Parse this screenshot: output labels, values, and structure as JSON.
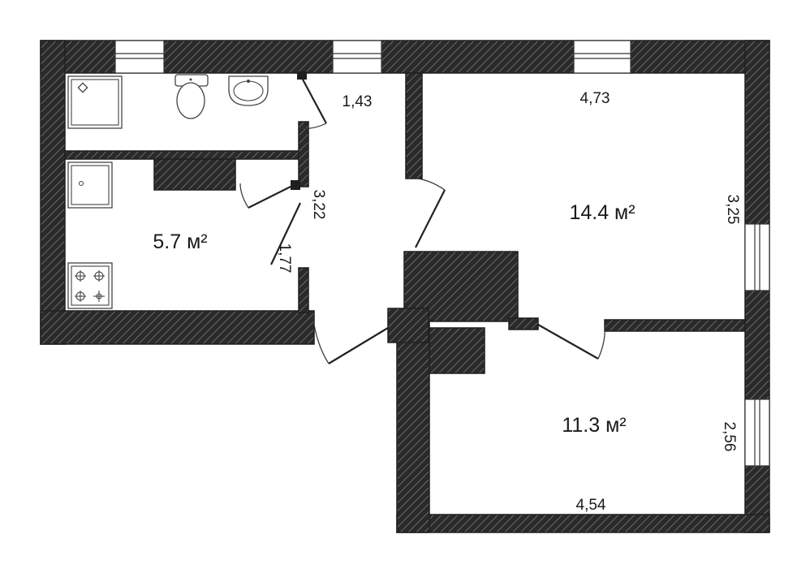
{
  "rooms": {
    "kitchen": {
      "area": "5.7 м²"
    },
    "living": {
      "area": "14.4 м²"
    },
    "bedroom": {
      "area": "11.3 м²"
    }
  },
  "dimensions": {
    "bath_width": "1,43",
    "living_width": "4,73",
    "living_depth": "3,25",
    "hall_length": "3,22",
    "hall_width": "1,77",
    "bedroom_depth": "2,56",
    "bedroom_width": "4,54"
  },
  "colors": {
    "wall_hatch": "#1f1f1f",
    "background": "#ffffff"
  }
}
